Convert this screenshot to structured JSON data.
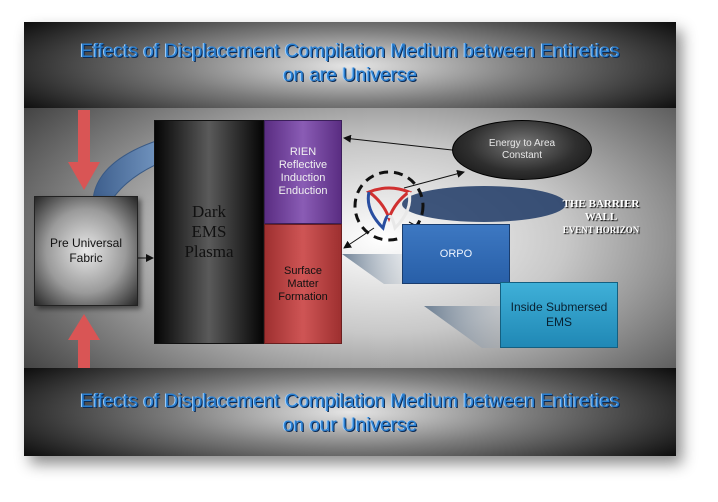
{
  "titles": {
    "top_line1": "Effects of Displacement Compilation Medium between Entireties",
    "top_line2": "on are Universe",
    "bottom_line1": "Effects of Displacement Compilation Medium between Entireties",
    "bottom_line2": "on our Universe"
  },
  "boxes": {
    "pre_universal_line1": "Pre Universal",
    "pre_universal_line2": "Fabric",
    "dark_line1": "Dark",
    "dark_line2": "EMS",
    "dark_line3": "Plasma",
    "rien_line1": "RIEN",
    "rien_line2": "Reflective",
    "rien_line3": "Induction",
    "rien_line4": "Enduction",
    "surface_line1": "Surface",
    "surface_line2": "Matter",
    "surface_line3": "Formation",
    "energy_line1": "Energy to Area",
    "energy_line2": "Constant",
    "orpo": "ORPO",
    "inside_line1": "Inside Submersed",
    "inside_line2": "EMS"
  },
  "barrier": {
    "line1": "THE BARRIER",
    "line2": "WALL",
    "line3": "EVENT HORIZON"
  },
  "colors": {
    "title_blue": "#2a7fd0",
    "dark_box": "#0a0a0a",
    "rien_purple": "#6d3f9c",
    "surface_red": "#c04545",
    "orpo_blue": "#2f69b2",
    "inside_cyan": "#2f9ecb",
    "arrow_red": "#d95555",
    "arrow_blue": "#6f97c8"
  }
}
